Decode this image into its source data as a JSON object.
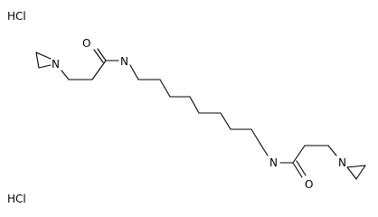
{
  "molecule": {
    "salt_top": "HCl",
    "salt_bottom": "HCl",
    "atoms": {
      "n_aziridine_left": "N",
      "o_amide_left": "O",
      "n_amide_left": "N",
      "n_amide_right": "N",
      "o_amide_right": "O",
      "n_aziridine_right": "N"
    }
  },
  "colors": {
    "bond": "#000000",
    "text": "#000000",
    "background": "#ffffff"
  }
}
